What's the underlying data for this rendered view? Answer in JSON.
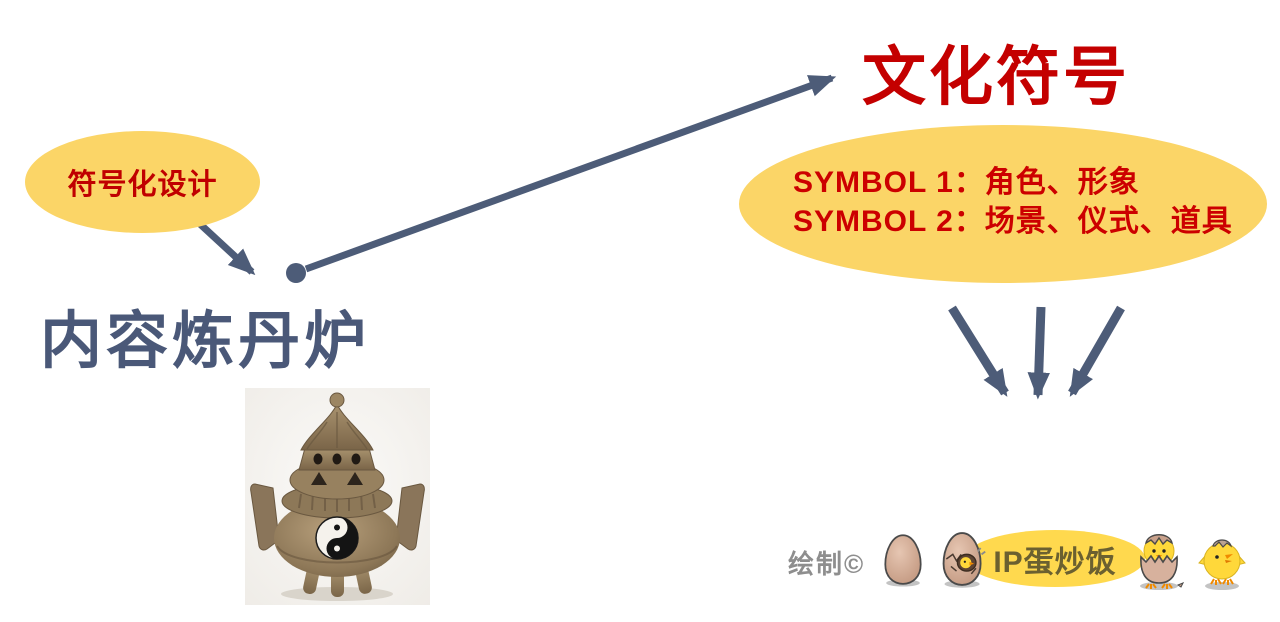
{
  "title": "文化符号",
  "design_bubble": {
    "label": "符号化设计"
  },
  "main_label": "内容炼丹炉",
  "symbol_bubble": {
    "line1": "SYMBOL 1：角色、形象",
    "line2": "SYMBOL 2：场景、仪式、道具"
  },
  "furnace_image": {
    "description": "bronze alchemy incense burner with yin-yang symbol"
  },
  "watermark": {
    "credit": "绘制©",
    "logo_text": "IP蛋炒饭",
    "icons": [
      "whole-egg",
      "cracked-egg-with-chick",
      "chick-in-shell",
      "hatched-chick"
    ]
  },
  "colors": {
    "title_red": "#C40000",
    "symbol_red": "#CC0000",
    "bubble_red": "#C00000",
    "bubble_yellow": "#FBD567",
    "logo_yellow": "#FFD94E",
    "arrow_slate": "#4D5C78",
    "label_slate": "#4A5878",
    "credit_gray": "#8E8E8E",
    "logo_brown": "#6B6030"
  }
}
